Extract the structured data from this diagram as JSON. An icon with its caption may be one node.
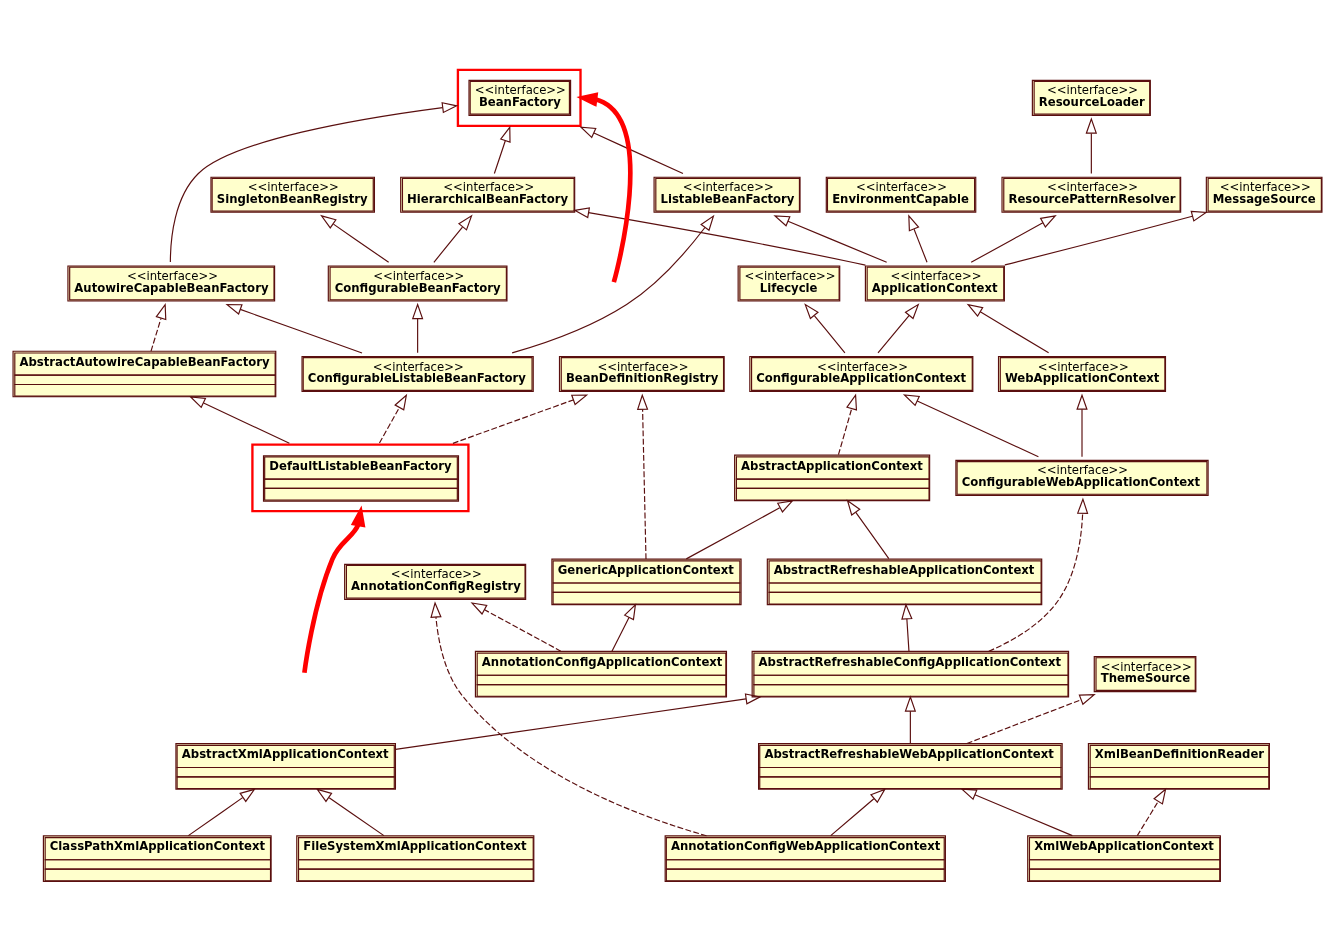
{
  "diagram": {
    "nodes": [
      {
        "text": [
          "<<interface>>",
          "SingletonBeanRegistry"
        ]
      },
      {
        "text": [
          "<<interface>>",
          "ConfigurableBeanFactory"
        ]
      },
      {
        "text": [
          "<<interface>>",
          "ConfigurableListableBeanFactory"
        ]
      },
      {
        "text": [
          "<<interface>>",
          "HierarchicalBeanFactory"
        ]
      },
      {
        "text": [
          "<<interface>>",
          "BeanFactory"
        ]
      },
      {
        "text": [
          "<<interface>>",
          "AutowireCapableBeanFactory"
        ]
      },
      {
        "text": [
          "DefaultListableBeanFactory"
        ]
      },
      {
        "text": [
          "<<interface>>",
          "ResourceLoader"
        ]
      },
      {
        "text": [
          "<<interface>>",
          "EnvironmentCapable"
        ]
      },
      {
        "text": [
          "<<interface>>",
          "ResourcePatternResolver"
        ]
      },
      {
        "text": [
          "<<interface>>",
          "ApplicationContext"
        ]
      },
      {
        "text": [
          "<<interface>>",
          "ListableBeanFactory"
        ]
      },
      {
        "text": [
          "AbstractAutowireCapableBeanFactory"
        ]
      },
      {
        "text": [
          "<<interface>>",
          "BeanDefinitionRegistry"
        ]
      },
      {
        "text": [
          "<<interface>>",
          "MessageSource"
        ]
      },
      {
        "text": [
          "<<interface>>",
          "WebApplicationContext"
        ]
      },
      {
        "text": [
          "<<interface>>",
          "ConfigurableApplicationContext"
        ]
      },
      {
        "text": [
          "<<interface>>",
          "Lifecycle"
        ]
      },
      {
        "text": [
          "AbstractApplicationContext"
        ]
      },
      {
        "text": [
          "GenericApplicationContext"
        ]
      },
      {
        "text": [
          "<<interface>>",
          "ConfigurableWebApplicationContext"
        ]
      },
      {
        "text": [
          "AbstractRefreshableApplicationContext"
        ]
      },
      {
        "text": [
          "AnnotationConfigApplicationContext"
        ]
      },
      {
        "text": [
          "AbstractXmlApplicationContext"
        ]
      },
      {
        "text": [
          "AbstractRefreshableConfigApplicationContext"
        ]
      },
      {
        "text": [
          "<<interface>>",
          "ThemeSource"
        ]
      },
      {
        "text": [
          "AbstractRefreshableWebApplicationContext"
        ]
      },
      {
        "text": [
          "<<interface>>",
          "AnnotationConfigRegistry"
        ]
      },
      {
        "text": [
          "ClassPathXmlApplicationContext"
        ]
      },
      {
        "text": [
          "FileSystemXmlApplicationContext"
        ]
      },
      {
        "text": [
          "XmlWebApplicationContext"
        ]
      },
      {
        "text": [
          "AnnotationConfigWebApplicationContext"
        ]
      },
      {
        "text": [
          "XmlBeanDefinitionReader"
        ]
      }
    ],
    "edges": [
      {
        "from": 1,
        "to": 0,
        "arrow": "to"
      },
      {
        "from": 2,
        "to": 1,
        "arrow": "to"
      },
      {
        "from": 1,
        "to": 3,
        "arrow": "to"
      },
      {
        "from": 3,
        "to": 4,
        "arrow": "to"
      },
      {
        "from": 5,
        "to": 4,
        "arrow": "to"
      },
      {
        "from": 2,
        "to": 5,
        "arrow": "to"
      },
      {
        "from": 2,
        "to": 11,
        "arrow": "to"
      },
      {
        "from": 11,
        "to": 4,
        "arrow": "to"
      },
      {
        "from": 6,
        "to": 2,
        "arrow": "to",
        "style": "dashed"
      },
      {
        "from": 6,
        "to": 12,
        "arrow": "to"
      },
      {
        "from": 6,
        "to": 13,
        "arrow": "to",
        "style": "dashed"
      },
      {
        "from": 12,
        "to": 5,
        "arrow": "to",
        "style": "dashed"
      },
      {
        "from": 10,
        "to": 3,
        "arrow": "to"
      },
      {
        "from": 10,
        "to": 8,
        "arrow": "to"
      },
      {
        "from": 9,
        "to": 7,
        "arrow": "to"
      },
      {
        "from": 10,
        "to": 9,
        "arrow": "to"
      },
      {
        "from": 10,
        "to": 11,
        "arrow": "to"
      },
      {
        "from": 10,
        "to": 14,
        "arrow": "to"
      },
      {
        "from": 15,
        "to": 10,
        "arrow": "to"
      },
      {
        "from": 16,
        "to": 10,
        "arrow": "to"
      },
      {
        "from": 16,
        "to": 17,
        "arrow": "to"
      },
      {
        "from": 20,
        "to": 15,
        "arrow": "to"
      },
      {
        "from": 20,
        "to": 16,
        "arrow": "to"
      },
      {
        "from": 18,
        "to": 16,
        "arrow": "to",
        "style": "dashed"
      },
      {
        "from": 19,
        "to": 18,
        "arrow": "to"
      },
      {
        "from": 19,
        "to": 13,
        "arrow": "to",
        "style": "dashed"
      },
      {
        "from": 22,
        "to": 19,
        "arrow": "to"
      },
      {
        "from": 22,
        "to": 27,
        "arrow": "to",
        "style": "dashed"
      },
      {
        "from": 21,
        "to": 18,
        "arrow": "to"
      },
      {
        "from": 24,
        "to": 21,
        "arrow": "to"
      },
      {
        "from": 23,
        "to": 24,
        "arrow": "to"
      },
      {
        "from": 24,
        "to": 20,
        "arrow": "to",
        "style": "dashed"
      },
      {
        "from": 26,
        "to": 24,
        "arrow": "to"
      },
      {
        "from": 26,
        "to": 25,
        "arrow": "to",
        "style": "dashed"
      },
      {
        "from": 28,
        "to": 23,
        "arrow": "to"
      },
      {
        "from": 29,
        "to": 23,
        "arrow": "to"
      },
      {
        "from": 30,
        "to": 26,
        "arrow": "to"
      },
      {
        "from": 31,
        "to": 26,
        "arrow": "to"
      },
      {
        "from": 31,
        "to": 27,
        "arrow": "to",
        "style": "dashed"
      },
      {
        "from": 30,
        "to": 32,
        "arrow": "to",
        "style": "dashed"
      },
      {
        "from": null,
        "to": 4,
        "arrow": "to",
        "style": "thick",
        "color": "#ff0000"
      },
      {
        "from": null,
        "to": 6,
        "arrow": "to",
        "style": "thick",
        "color": "#ff0000"
      }
    ]
  }
}
